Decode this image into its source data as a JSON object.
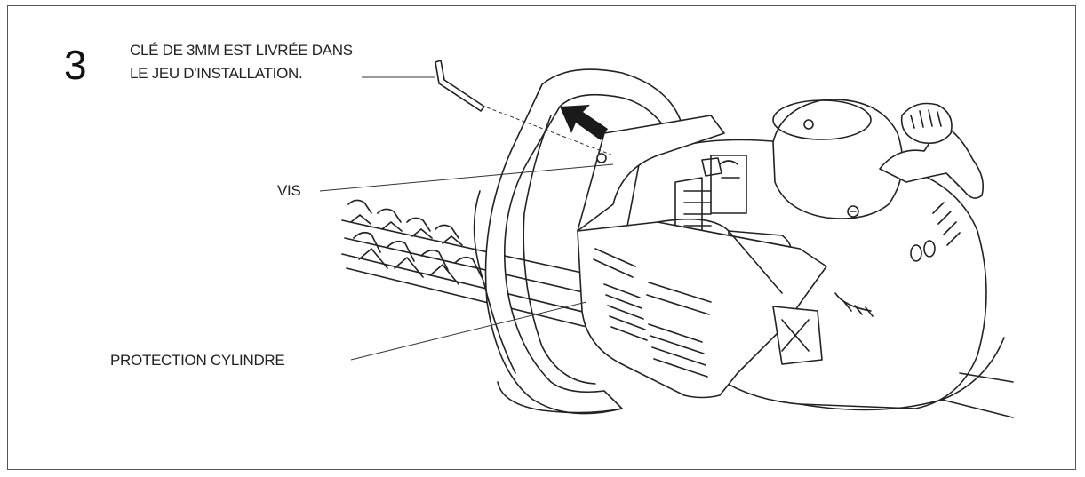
{
  "step_number": "3",
  "labels": {
    "key_line1": "CLÉ DE 3MM EST LIVRÉE DANS",
    "key_line2": "LE JEU D'INSTALLATION.",
    "screw": "VIS",
    "cylinder_guard": "PROTECTION CYLINDRE"
  },
  "colors": {
    "line": "#222222",
    "background": "#ffffff",
    "frame": "#555555"
  }
}
